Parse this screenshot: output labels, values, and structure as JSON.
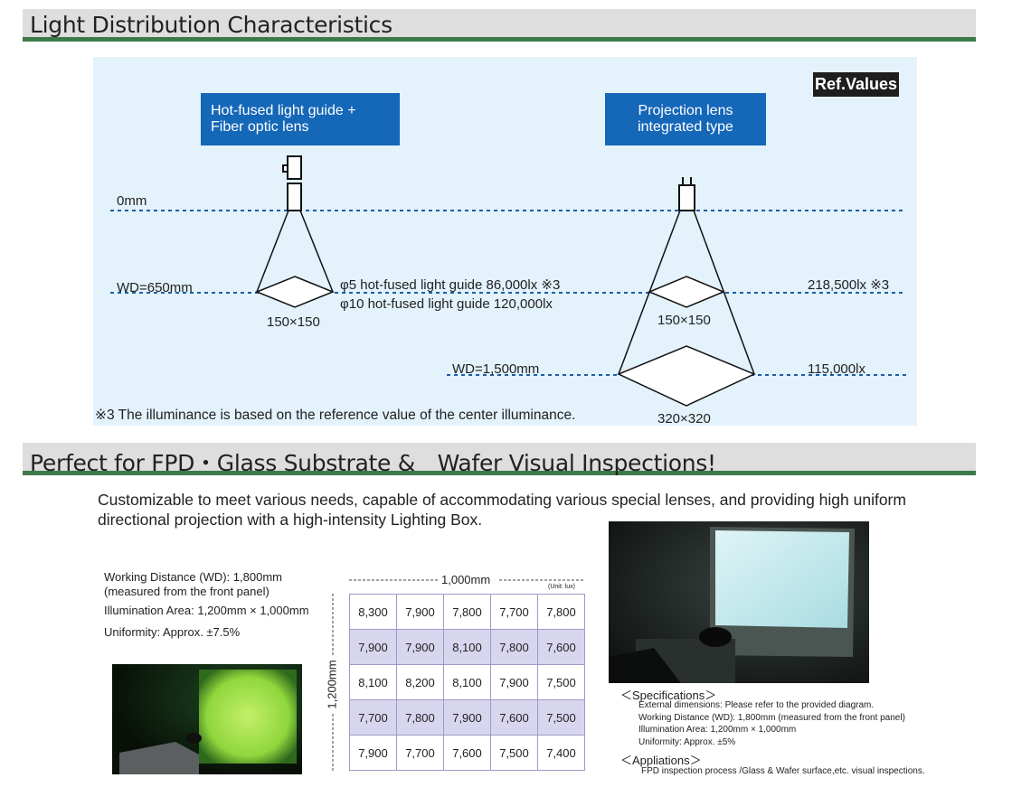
{
  "section1": {
    "title": "Light Distribution Characteristics",
    "ref_badge": "Ref.Values",
    "left_box": [
      "Hot-fused light guide +",
      "Fiber optic lens"
    ],
    "right_box": [
      "Projection lens",
      "integrated type"
    ],
    "labels": {
      "zero": "0mm",
      "wd650": "WD=650mm",
      "wd1500": "WD=1,500mm",
      "phi5": "φ5 hot-fused light guide  86,000lx  ※3",
      "phi10": "φ10 hot-fused light guide 120,000lx",
      "right650": "218,500lx  ※3",
      "right1500": "115,000lx",
      "left_size": "150×150",
      "right_size_small": "150×150",
      "right_size_large": "320×320",
      "note": "※3 The illuminance is based on the reference value of the center illuminance."
    }
  },
  "section2": {
    "title": "Perfect for FPD・Glass Substrate &　Wafer Visual Inspections!",
    "description": [
      "Customizable to meet various needs, capable of accommodating various special lenses, and providing high uniform",
      "directional projection with a high-intensity Lighting Box."
    ],
    "specs_left": [
      "Working Distance (WD): 1,800mm",
      "(measured from the front panel)",
      "Illumination Area: 1,200mm × 1,000mm",
      "Uniformity: Approx. ±7.5%"
    ],
    "grid": {
      "top_label": "1,000mm",
      "unit": "(Unit: lux)",
      "side_label": "1,200mm",
      "rows": [
        [
          "8,300",
          "7,900",
          "7,800",
          "7,700",
          "7,800"
        ],
        [
          "7,900",
          "7,900",
          "8,100",
          "7,800",
          "7,600"
        ],
        [
          "8,100",
          "8,200",
          "8,100",
          "7,900",
          "7,500"
        ],
        [
          "7,700",
          "7,800",
          "7,900",
          "7,600",
          "7,500"
        ],
        [
          "7,900",
          "7,700",
          "7,600",
          "7,500",
          "7,400"
        ]
      ]
    },
    "specs_right": {
      "heading": "＜Specifications＞",
      "lines": [
        "External dimensions: Please refer to the provided diagram.",
        "Working Distance (WD): 1,800mm (measured from the front panel)",
        "Illumination Area: 1,200mm × 1,000mm",
        "Uniformity: Approx. ±5%"
      ],
      "app_heading": "＜Appliations＞",
      "app_line": "FPD inspection process /Glass & Wafer surface,etc. visual inspections."
    }
  },
  "colors": {
    "accent_green": "#3d7a4a",
    "box_blue": "#1567b8",
    "panel_bg": "#e3f2fb",
    "dot_line": "#1a5fa8"
  }
}
